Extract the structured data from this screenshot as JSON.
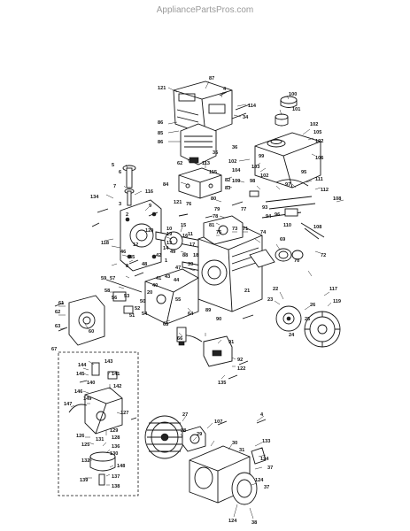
{
  "watermark": "AppliancePartsPros.com",
  "callouts": [
    {
      "id": "c87",
      "text": "87"
    },
    {
      "id": "c121a",
      "text": "121"
    },
    {
      "id": "c4a",
      "text": "4"
    },
    {
      "id": "c114",
      "text": "114"
    },
    {
      "id": "c100",
      "text": "100"
    },
    {
      "id": "c101",
      "text": "101"
    },
    {
      "id": "c34",
      "text": "34"
    },
    {
      "id": "c86a",
      "text": "86"
    },
    {
      "id": "c85",
      "text": "85"
    },
    {
      "id": "c86b",
      "text": "86"
    },
    {
      "id": "c102a",
      "text": "102"
    },
    {
      "id": "c105",
      "text": "105"
    },
    {
      "id": "c106",
      "text": "106"
    },
    {
      "id": "c102b",
      "text": "102"
    },
    {
      "id": "c103",
      "text": "103"
    },
    {
      "id": "c62",
      "text": "62"
    },
    {
      "id": "c113",
      "text": "113"
    },
    {
      "id": "c104",
      "text": "104"
    },
    {
      "id": "c102c",
      "text": "102"
    },
    {
      "id": "c102d",
      "text": "102"
    },
    {
      "id": "c5",
      "text": "5"
    },
    {
      "id": "c7",
      "text": "7"
    },
    {
      "id": "c84",
      "text": "84"
    },
    {
      "id": "c82",
      "text": "82"
    },
    {
      "id": "c83",
      "text": "83"
    },
    {
      "id": "c80",
      "text": "80"
    },
    {
      "id": "c78",
      "text": "78"
    },
    {
      "id": "c79",
      "text": "79"
    },
    {
      "id": "c81",
      "text": "81"
    },
    {
      "id": "c109",
      "text": "109"
    },
    {
      "id": "c98",
      "text": "98"
    },
    {
      "id": "c95",
      "text": "95"
    },
    {
      "id": "c97",
      "text": "97"
    },
    {
      "id": "c111",
      "text": "111"
    },
    {
      "id": "c112",
      "text": "112"
    },
    {
      "id": "c108a",
      "text": "108"
    },
    {
      "id": "c134",
      "text": "134"
    },
    {
      "id": "c116",
      "text": "116"
    },
    {
      "id": "c121b",
      "text": "121"
    },
    {
      "id": "c76",
      "text": "76"
    },
    {
      "id": "c118",
      "text": "118"
    },
    {
      "id": "c9",
      "text": "9"
    },
    {
      "id": "c8",
      "text": "8"
    },
    {
      "id": "c120",
      "text": "120"
    },
    {
      "id": "c15",
      "text": "15"
    },
    {
      "id": "c19",
      "text": "19"
    },
    {
      "id": "c75",
      "text": "75"
    },
    {
      "id": "c73",
      "text": "73"
    },
    {
      "id": "c71",
      "text": "71"
    },
    {
      "id": "c74",
      "text": "74"
    },
    {
      "id": "c69",
      "text": "69"
    },
    {
      "id": "c96",
      "text": "96"
    },
    {
      "id": "c110",
      "text": "110"
    },
    {
      "id": "c108b",
      "text": "108"
    },
    {
      "id": "c72",
      "text": "72"
    },
    {
      "id": "c70",
      "text": "70"
    },
    {
      "id": "c46",
      "text": "46"
    },
    {
      "id": "c45",
      "text": "45"
    },
    {
      "id": "c48",
      "text": "48"
    },
    {
      "id": "c47",
      "text": "47"
    },
    {
      "id": "c42",
      "text": "42"
    },
    {
      "id": "c10",
      "text": "10"
    },
    {
      "id": "c11",
      "text": "11"
    },
    {
      "id": "c12",
      "text": "12"
    },
    {
      "id": "c14",
      "text": "14"
    },
    {
      "id": "c16",
      "text": "16"
    },
    {
      "id": "c59",
      "text": "59"
    },
    {
      "id": "c57",
      "text": "57"
    },
    {
      "id": "c56",
      "text": "56"
    },
    {
      "id": "c58",
      "text": "58"
    },
    {
      "id": "c117",
      "text": "117"
    },
    {
      "id": "c119",
      "text": "119"
    },
    {
      "id": "c22",
      "text": "22"
    },
    {
      "id": "c23",
      "text": "23"
    },
    {
      "id": "c26",
      "text": "26"
    },
    {
      "id": "c25",
      "text": "25"
    },
    {
      "id": "c61",
      "text": "61"
    },
    {
      "id": "c62b",
      "text": "62"
    },
    {
      "id": "c63",
      "text": "63"
    },
    {
      "id": "c60",
      "text": "60"
    },
    {
      "id": "c65",
      "text": "65"
    },
    {
      "id": "c64",
      "text": "64"
    },
    {
      "id": "c66",
      "text": "66"
    },
    {
      "id": "c91",
      "text": "91"
    },
    {
      "id": "c92",
      "text": "92"
    },
    {
      "id": "c122",
      "text": "122"
    },
    {
      "id": "c135",
      "text": "135"
    },
    {
      "id": "c24",
      "text": "24"
    },
    {
      "id": "c67",
      "text": "67"
    },
    {
      "id": "c143",
      "text": "143"
    },
    {
      "id": "c144",
      "text": "144"
    },
    {
      "id": "c145",
      "text": "145"
    },
    {
      "id": "c141",
      "text": "141"
    },
    {
      "id": "c146",
      "text": "146"
    },
    {
      "id": "c140",
      "text": "140"
    },
    {
      "id": "c142",
      "text": "142"
    },
    {
      "id": "c147",
      "text": "147"
    },
    {
      "id": "c149",
      "text": "149"
    },
    {
      "id": "c127",
      "text": "127"
    },
    {
      "id": "c126",
      "text": "126"
    },
    {
      "id": "c129",
      "text": "129"
    },
    {
      "id": "c131",
      "text": "131"
    },
    {
      "id": "c128",
      "text": "128"
    },
    {
      "id": "c125",
      "text": "125"
    },
    {
      "id": "c136",
      "text": "136"
    },
    {
      "id": "c130",
      "text": "130"
    },
    {
      "id": "c132",
      "text": "132"
    },
    {
      "id": "c148",
      "text": "148"
    },
    {
      "id": "c139",
      "text": "139"
    },
    {
      "id": "c137",
      "text": "137"
    },
    {
      "id": "c138",
      "text": "138"
    },
    {
      "id": "c27",
      "text": "27"
    },
    {
      "id": "c107",
      "text": "107"
    },
    {
      "id": "c4b",
      "text": "4"
    },
    {
      "id": "c28",
      "text": "28"
    },
    {
      "id": "c29",
      "text": "29"
    },
    {
      "id": "c30",
      "text": "30"
    },
    {
      "id": "c31",
      "text": "31"
    },
    {
      "id": "c133",
      "text": "133"
    },
    {
      "id": "c124a",
      "text": "124"
    },
    {
      "id": "c37a",
      "text": "37"
    },
    {
      "id": "c124b",
      "text": "124"
    },
    {
      "id": "c37b",
      "text": "37"
    },
    {
      "id": "c124c",
      "text": "124"
    },
    {
      "id": "c38",
      "text": "38"
    },
    {
      "id": "c20",
      "text": "20"
    },
    {
      "id": "c40",
      "text": "40"
    },
    {
      "id": "c41",
      "text": "41"
    },
    {
      "id": "c43",
      "text": "43"
    },
    {
      "id": "c44",
      "text": "44"
    },
    {
      "id": "c50",
      "text": "50"
    },
    {
      "id": "c51",
      "text": "51"
    },
    {
      "id": "c52",
      "text": "52"
    },
    {
      "id": "c53",
      "text": "53"
    },
    {
      "id": "c55",
      "text": "55"
    },
    {
      "id": "c54",
      "text": "54"
    },
    {
      "id": "c49",
      "text": "49"
    },
    {
      "id": "c13",
      "text": "13"
    },
    {
      "id": "c17",
      "text": "17"
    },
    {
      "id": "c18",
      "text": "18"
    },
    {
      "id": "c21",
      "text": "21"
    },
    {
      "id": "c35",
      "text": "35"
    },
    {
      "id": "c99",
      "text": "99"
    },
    {
      "id": "c115",
      "text": "115"
    },
    {
      "id": "c77",
      "text": "77"
    },
    {
      "id": "c93",
      "text": "93"
    },
    {
      "id": "c94",
      "text": "94"
    },
    {
      "id": "c88",
      "text": "88"
    },
    {
      "id": "c89",
      "text": "89"
    },
    {
      "id": "c90",
      "text": "90"
    },
    {
      "id": "c39",
      "text": "39"
    },
    {
      "id": "c36",
      "text": "36"
    },
    {
      "id": "c6",
      "text": "6"
    },
    {
      "id": "c3",
      "text": "3"
    },
    {
      "id": "c2",
      "text": "2"
    },
    {
      "id": "c1",
      "text": "1"
    }
  ]
}
